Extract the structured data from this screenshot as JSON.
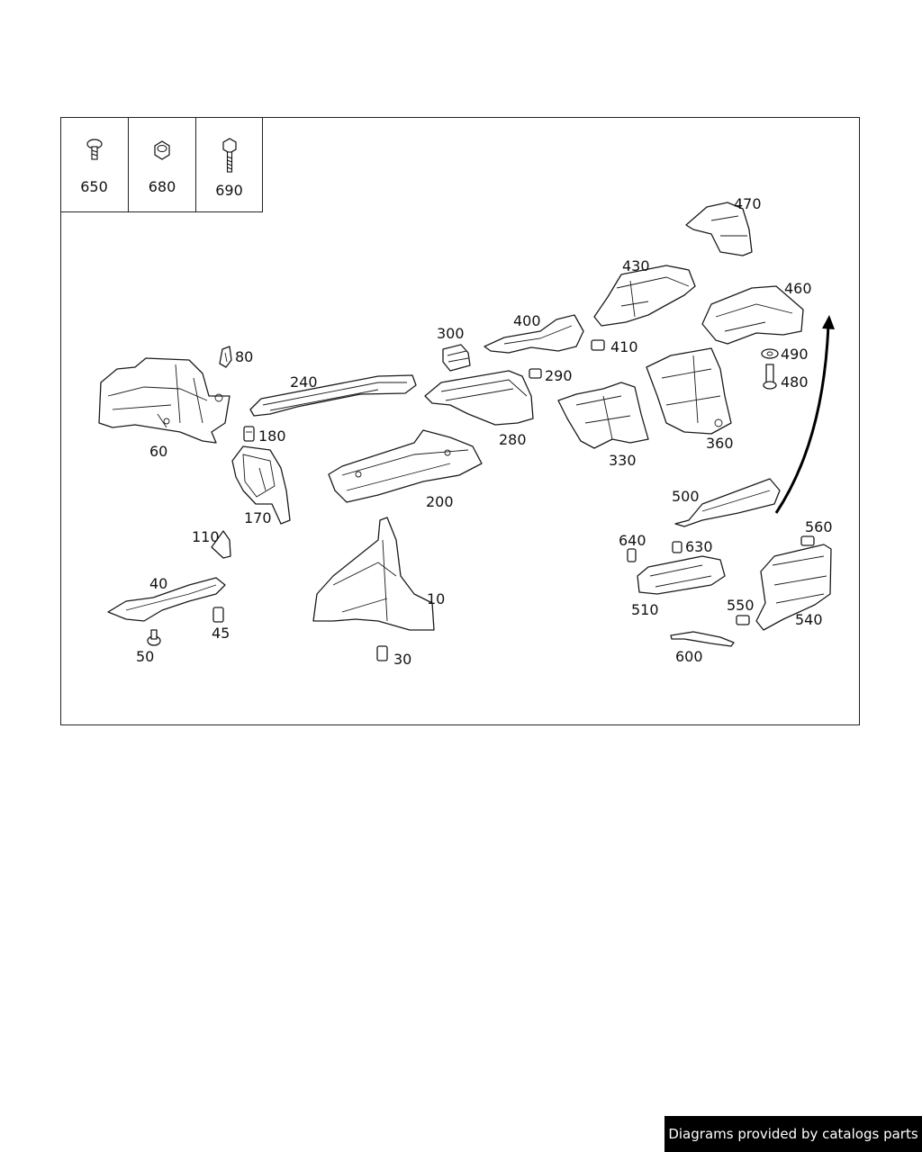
{
  "hardware_parts": [
    {
      "number": "650",
      "icon": "screw-icon"
    },
    {
      "number": "680",
      "icon": "nut-icon"
    },
    {
      "number": "690",
      "icon": "bolt-icon"
    }
  ],
  "callouts": {
    "p10": "10",
    "p30": "30",
    "p40": "40",
    "p45": "45",
    "p50": "50",
    "p60": "60",
    "p80": "80",
    "p110": "110",
    "p170": "170",
    "p180": "180",
    "p200": "200",
    "p240": "240",
    "p280": "280",
    "p290": "290",
    "p300": "300",
    "p330": "330",
    "p360": "360",
    "p400": "400",
    "p410": "410",
    "p430": "430",
    "p460": "460",
    "p470": "470",
    "p480": "480",
    "p490": "490",
    "p500": "500",
    "p510": "510",
    "p540": "540",
    "p550": "550",
    "p560": "560",
    "p600": "600",
    "p630": "630",
    "p640": "640"
  },
  "footer": {
    "credit": "Diagrams provided by catalogs parts"
  }
}
